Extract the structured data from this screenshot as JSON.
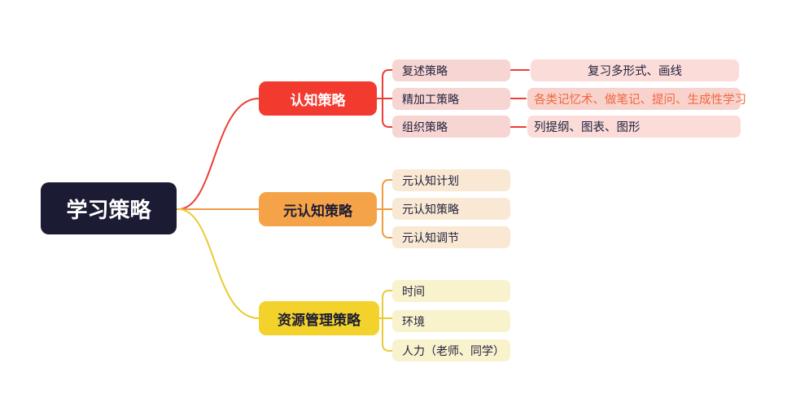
{
  "canvas": {
    "background": "#ffffff"
  },
  "root": {
    "label": "学习策略",
    "bg": "#1b1b33",
    "text_color": "#ffffff"
  },
  "branches": [
    {
      "id": "cognitive",
      "label": "认知策略",
      "node_bg": "#f23a2e",
      "node_text_color": "#ffffff",
      "line_color": "#ea4036",
      "child_bg": "#f7d5d2",
      "children": [
        {
          "label": "复述策略",
          "note": "复习多形式、画线",
          "note_text_color": "#23233e"
        },
        {
          "label": "精加工策略",
          "note": "各类记忆术、做笔记、提问、生成性学习",
          "note_text_color": "#f0683f"
        },
        {
          "label": "组织策略",
          "note": "列提纲、图表、图形",
          "note_text_color": "#23233e"
        }
      ]
    },
    {
      "id": "metacognitive",
      "label": "元认知策略",
      "node_bg": "#f5a348",
      "node_text_color": "#1b1b33",
      "line_color": "#ef9c42",
      "child_bg": "#f9e8d3",
      "children": [
        {
          "label": "元认知计划"
        },
        {
          "label": "元认知策略"
        },
        {
          "label": "元认知调节"
        }
      ]
    },
    {
      "id": "resource",
      "label": "资源管理策略",
      "node_bg": "#f3d32b",
      "node_text_color": "#1b1b33",
      "line_color": "#e9cb33",
      "child_bg": "#f8f2cd",
      "children": [
        {
          "label": "时间"
        },
        {
          "label": "环境"
        },
        {
          "label": "人力（老师、同学）"
        }
      ]
    }
  ]
}
